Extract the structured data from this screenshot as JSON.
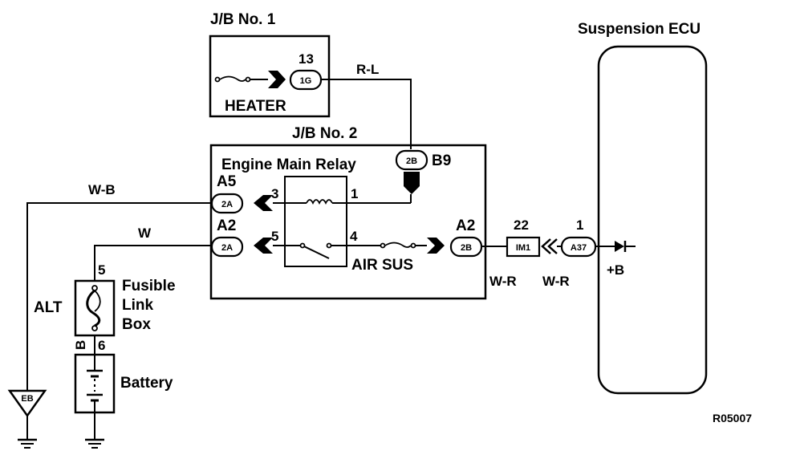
{
  "jb1": {
    "title": "J/B No. 1",
    "pin": "13",
    "connector": "1G",
    "fuse": "HEATER"
  },
  "jb2": {
    "title": "J/B No. 2",
    "relay": "Engine Main Relay",
    "fuse": "AIR SUS"
  },
  "wires": {
    "rl": "R-L",
    "wb": "W-B",
    "w": "W",
    "wr_left": "W-R",
    "wr_right": "W-R",
    "b": "B"
  },
  "connectors": {
    "b9_label": "B9",
    "b9_conn": "2B",
    "a5_label": "A5",
    "a5_conn": "2A",
    "a2_left_label": "A2",
    "a2_left_conn": "2A",
    "a2_right_label": "A2",
    "a2_right_conn": "2B",
    "im1_pin": "22",
    "im1_conn": "IM1",
    "a37_pin": "1",
    "a37_conn": "A37",
    "eb": "EB"
  },
  "relay_pins": {
    "p3": "3",
    "p1": "1",
    "p5": "5",
    "p4": "4"
  },
  "fusible": {
    "title_line1": "Fusible",
    "title_line2": "Link",
    "title_line3": "Box",
    "alt": "ALT",
    "pin5": "5",
    "pin6": "6"
  },
  "battery": {
    "label": "Battery"
  },
  "ecu": {
    "title": "Suspension ECU",
    "terminal": "+B"
  },
  "figure_code": "R05007"
}
